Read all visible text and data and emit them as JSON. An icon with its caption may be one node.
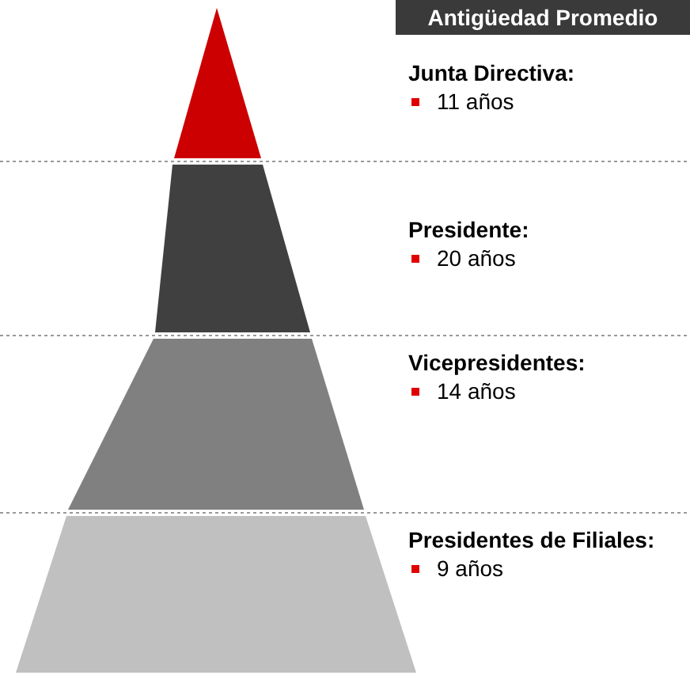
{
  "diagram": {
    "nodes": [
      {
        "text": [
          "Antigüedad Promedio"
        ]
      }
    ],
    "labels": [
      "Junta Directiva:",
      "11 años",
      "Presidente:",
      "20 años",
      "Vicepresidentes:",
      "14 años",
      "Presidentes de Filiales:",
      "9 años"
    ]
  }
}
